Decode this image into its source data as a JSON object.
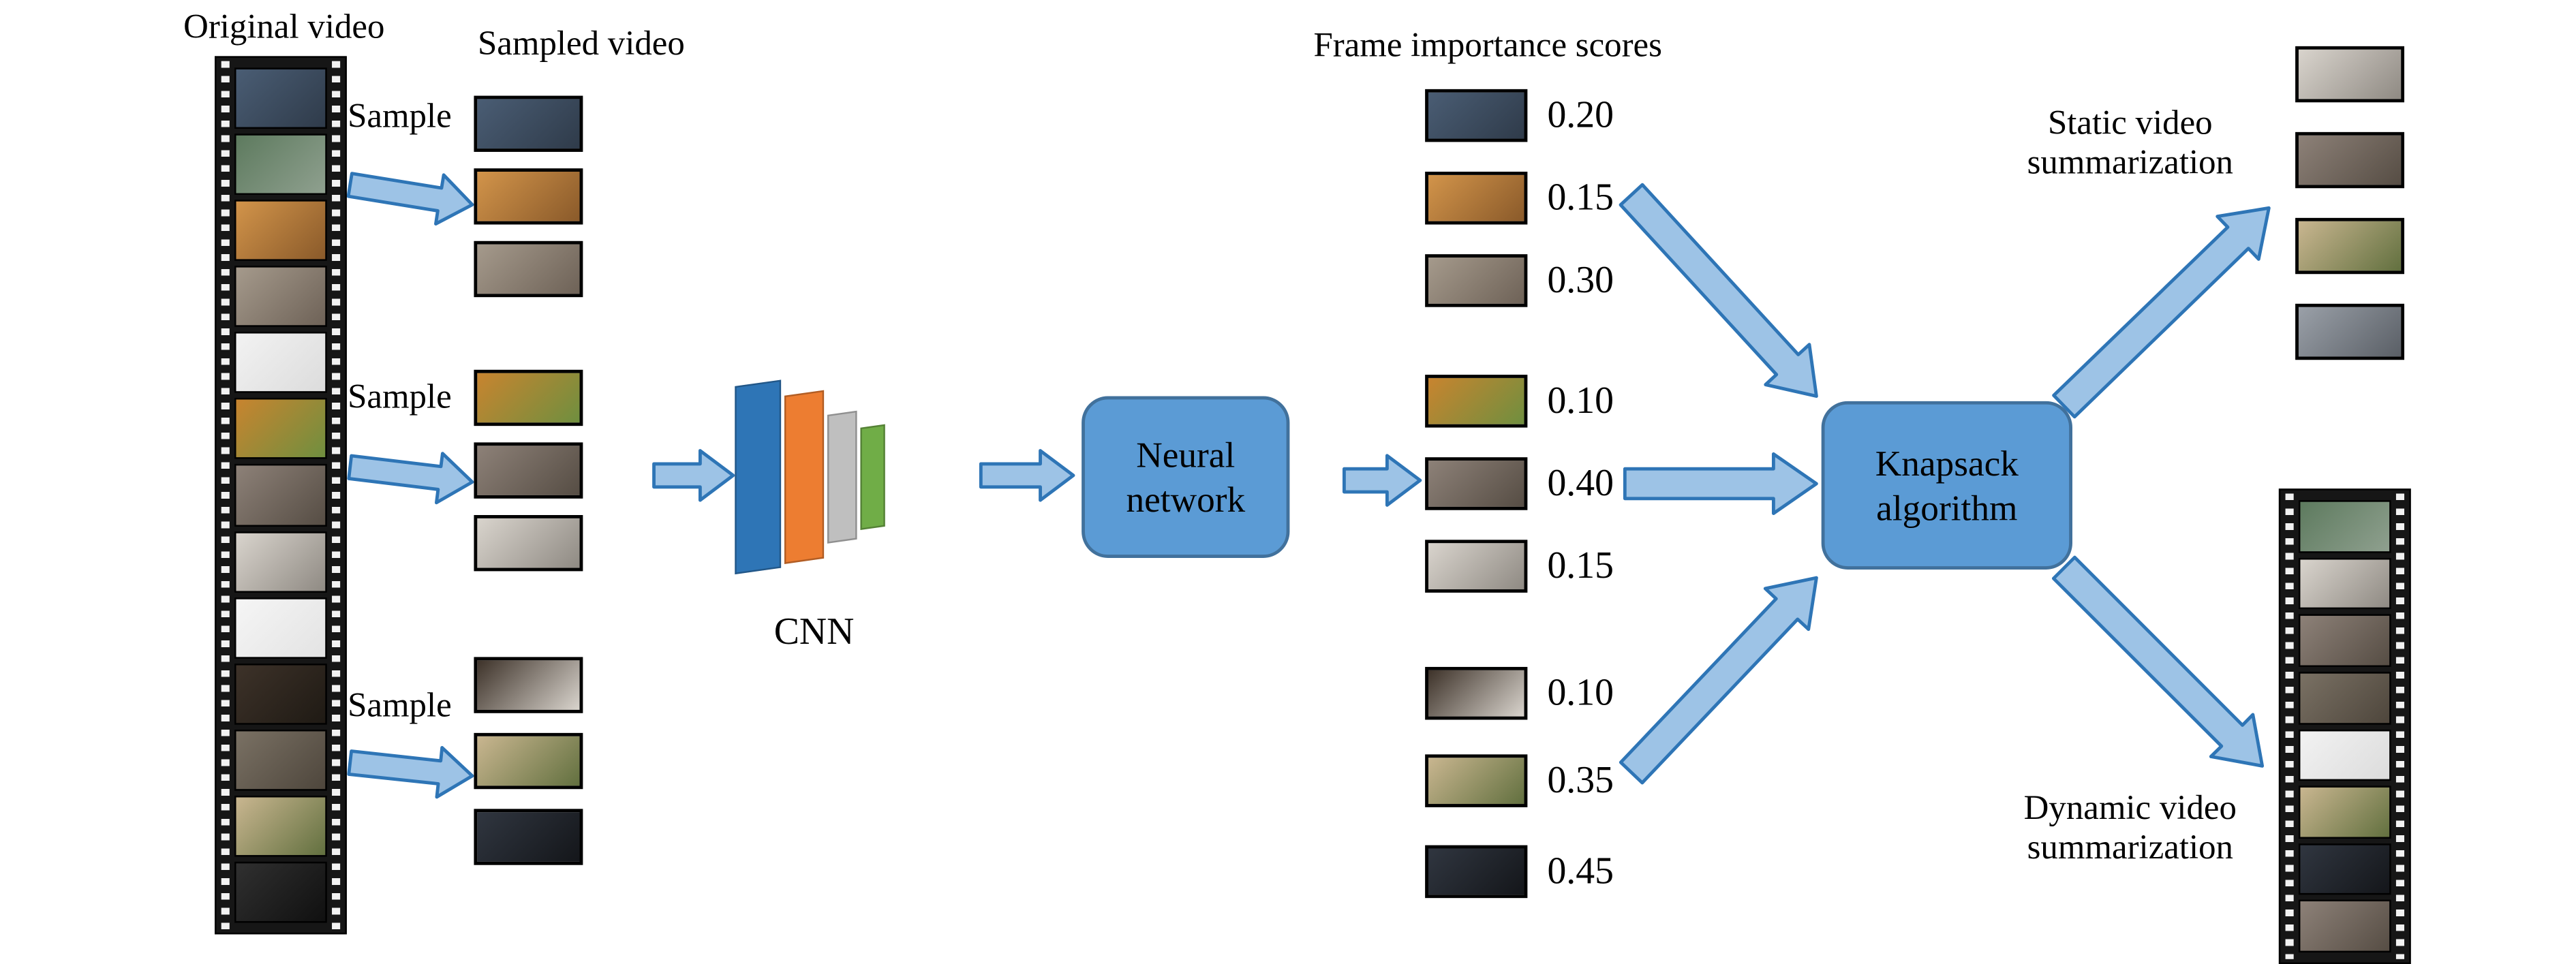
{
  "labels": {
    "original_video": "Original video",
    "sampled_video": "Sampled video",
    "sample": "Sample",
    "cnn": "CNN",
    "neural_network": "Neural\nnetwork",
    "frame_scores_title": "Frame importance scores",
    "knapsack": "Knapsack\nalgorithm",
    "static_summary": "Static video\nsummarization",
    "dynamic_summary": "Dynamic video\nsummarization"
  },
  "scores": [
    "0.20",
    "0.15",
    "0.30",
    "0.10",
    "0.40",
    "0.15",
    "0.10",
    "0.35",
    "0.45"
  ],
  "colors": {
    "box_fill": "#5B9BD5",
    "box_border": "#41719C",
    "arrow_fill": "#9DC3E6",
    "arrow_border": "#2E75B6",
    "cnn_layers": [
      "#2E75B6",
      "#ED7D31",
      "#BFBFBF",
      "#70AD47"
    ]
  },
  "thumbs": {
    "original": [
      [
        "#4a5d74",
        "#2f3b4a"
      ],
      [
        "#5d7a5e",
        "#8fa08f"
      ],
      [
        "#d2944a",
        "#8a5a2a"
      ],
      [
        "#a59a8c",
        "#6e6257"
      ],
      [
        "#f2f2f2",
        "#dcdcdc"
      ],
      [
        "#c8842f",
        "#6f8f3f"
      ],
      [
        "#8d8178",
        "#564d44"
      ],
      [
        "#d9d4cd",
        "#8f8a83"
      ],
      [
        "#f5f5f5",
        "#e3e3e3"
      ],
      [
        "#3d3229",
        "#1f1a14"
      ],
      [
        "#7a7164",
        "#4e463c"
      ],
      [
        "#c9b690",
        "#62703f"
      ],
      [
        "#303030",
        "#101010"
      ]
    ],
    "sampled_1": [
      [
        "#4a5d74",
        "#2f3b4a"
      ],
      [
        "#d2944a",
        "#8a5a2a"
      ],
      [
        "#a59a8c",
        "#6e6257"
      ]
    ],
    "sampled_2": [
      [
        "#c8842f",
        "#6f8f3f"
      ],
      [
        "#8d8178",
        "#564d44"
      ],
      [
        "#d9d4cd",
        "#8f8a83"
      ]
    ],
    "sampled_3": [
      [
        "#3d3229",
        "#d9d4cd"
      ],
      [
        "#c9b690",
        "#62703f"
      ],
      [
        "#303640",
        "#14161a"
      ]
    ],
    "scored": [
      [
        "#4a5d74",
        "#2f3b4a"
      ],
      [
        "#d2944a",
        "#8a5a2a"
      ],
      [
        "#a59a8c",
        "#6e6257"
      ],
      [
        "#c8842f",
        "#6f8f3f"
      ],
      [
        "#8d8178",
        "#564d44"
      ],
      [
        "#d9d4cd",
        "#8f8a83"
      ],
      [
        "#3d3229",
        "#d9d4cd"
      ],
      [
        "#c9b690",
        "#62703f"
      ],
      [
        "#303640",
        "#14161a"
      ]
    ],
    "static": [
      [
        "#d9d4cd",
        "#8f8a83"
      ],
      [
        "#8d8178",
        "#564d44"
      ],
      [
        "#c9b690",
        "#62703f"
      ],
      [
        "#9aa0a8",
        "#5a5f66"
      ]
    ],
    "dynamic": [
      [
        "#5d7a5e",
        "#8fa08f"
      ],
      [
        "#d9d4cd",
        "#8f8a83"
      ],
      [
        "#8d8178",
        "#564d44"
      ],
      [
        "#7a7164",
        "#4e463c"
      ],
      [
        "#f2f2f2",
        "#dcdcdc"
      ],
      [
        "#c9b690",
        "#62703f"
      ],
      [
        "#303640",
        "#14161a"
      ],
      [
        "#8d8178",
        "#564d44"
      ]
    ]
  }
}
